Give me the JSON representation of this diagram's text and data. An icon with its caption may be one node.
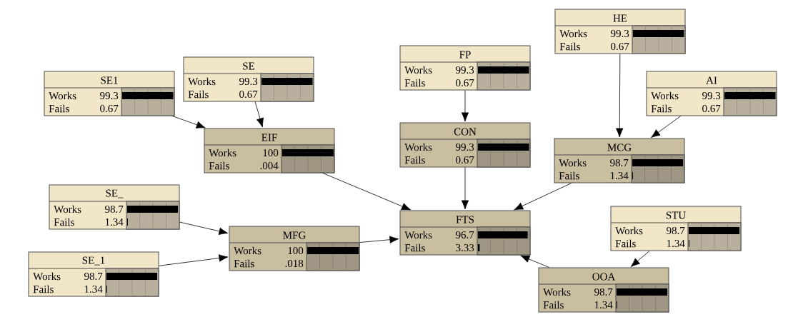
{
  "diagram": {
    "nodes": [
      {
        "text": [
          "SE1",
          "Works",
          "99.3",
          "Fails",
          "0.67"
        ]
      },
      {
        "text": [
          "SE",
          "Works",
          "99.3",
          "Fails",
          "0.67"
        ]
      },
      {
        "text": [
          "HE",
          "Works",
          "99.3",
          "Fails",
          "0.67"
        ]
      },
      {
        "text": [
          "FP",
          "Works",
          "99.3",
          "Fails",
          "0.67"
        ]
      },
      {
        "text": [
          "AI",
          "Works",
          "99.3",
          "Fails",
          "0.67"
        ]
      },
      {
        "text": [
          "EIF",
          "Works",
          "100",
          "Fails",
          ".004"
        ]
      },
      {
        "text": [
          "CON",
          "Works",
          "99.3",
          "Fails",
          "0.67"
        ]
      },
      {
        "text": [
          "MCG",
          "Works",
          "98.7",
          "Fails",
          "1.34"
        ]
      },
      {
        "text": [
          "SE_",
          "Works",
          "98.7",
          "Fails",
          "1.34"
        ]
      },
      {
        "text": [
          "FTS",
          "Works",
          "96.7",
          "Fails",
          "3.33"
        ]
      },
      {
        "text": [
          "STU",
          "Works",
          "98.7",
          "Fails",
          "1.34"
        ]
      },
      {
        "text": [
          "MFG",
          "Works",
          "100",
          "Fails",
          ".018"
        ]
      },
      {
        "text": [
          "SE_1",
          "Works",
          "98.7",
          "Fails",
          "1.34"
        ]
      },
      {
        "text": [
          "OOA",
          "Works",
          "98.7",
          "Fails",
          "1.34"
        ]
      }
    ],
    "edges": [
      {
        "from": 0,
        "to": 5,
        "arrow": "to"
      },
      {
        "from": 1,
        "to": 5,
        "arrow": "to"
      },
      {
        "from": 5,
        "to": 9,
        "arrow": "to"
      },
      {
        "from": 3,
        "to": 6,
        "arrow": "to"
      },
      {
        "from": 6,
        "to": 9,
        "arrow": "to"
      },
      {
        "from": 2,
        "to": 7,
        "arrow": "to"
      },
      {
        "from": 4,
        "to": 7,
        "arrow": "to"
      },
      {
        "from": 7,
        "to": 9,
        "arrow": "to"
      },
      {
        "from": 8,
        "to": 11,
        "arrow": "to"
      },
      {
        "from": 12,
        "to": 11,
        "arrow": "to"
      },
      {
        "from": 11,
        "to": 9,
        "arrow": "to"
      },
      {
        "from": 10,
        "to": 13,
        "arrow": "to"
      },
      {
        "from": 13,
        "to": 9,
        "arrow": "to"
      }
    ]
  }
}
